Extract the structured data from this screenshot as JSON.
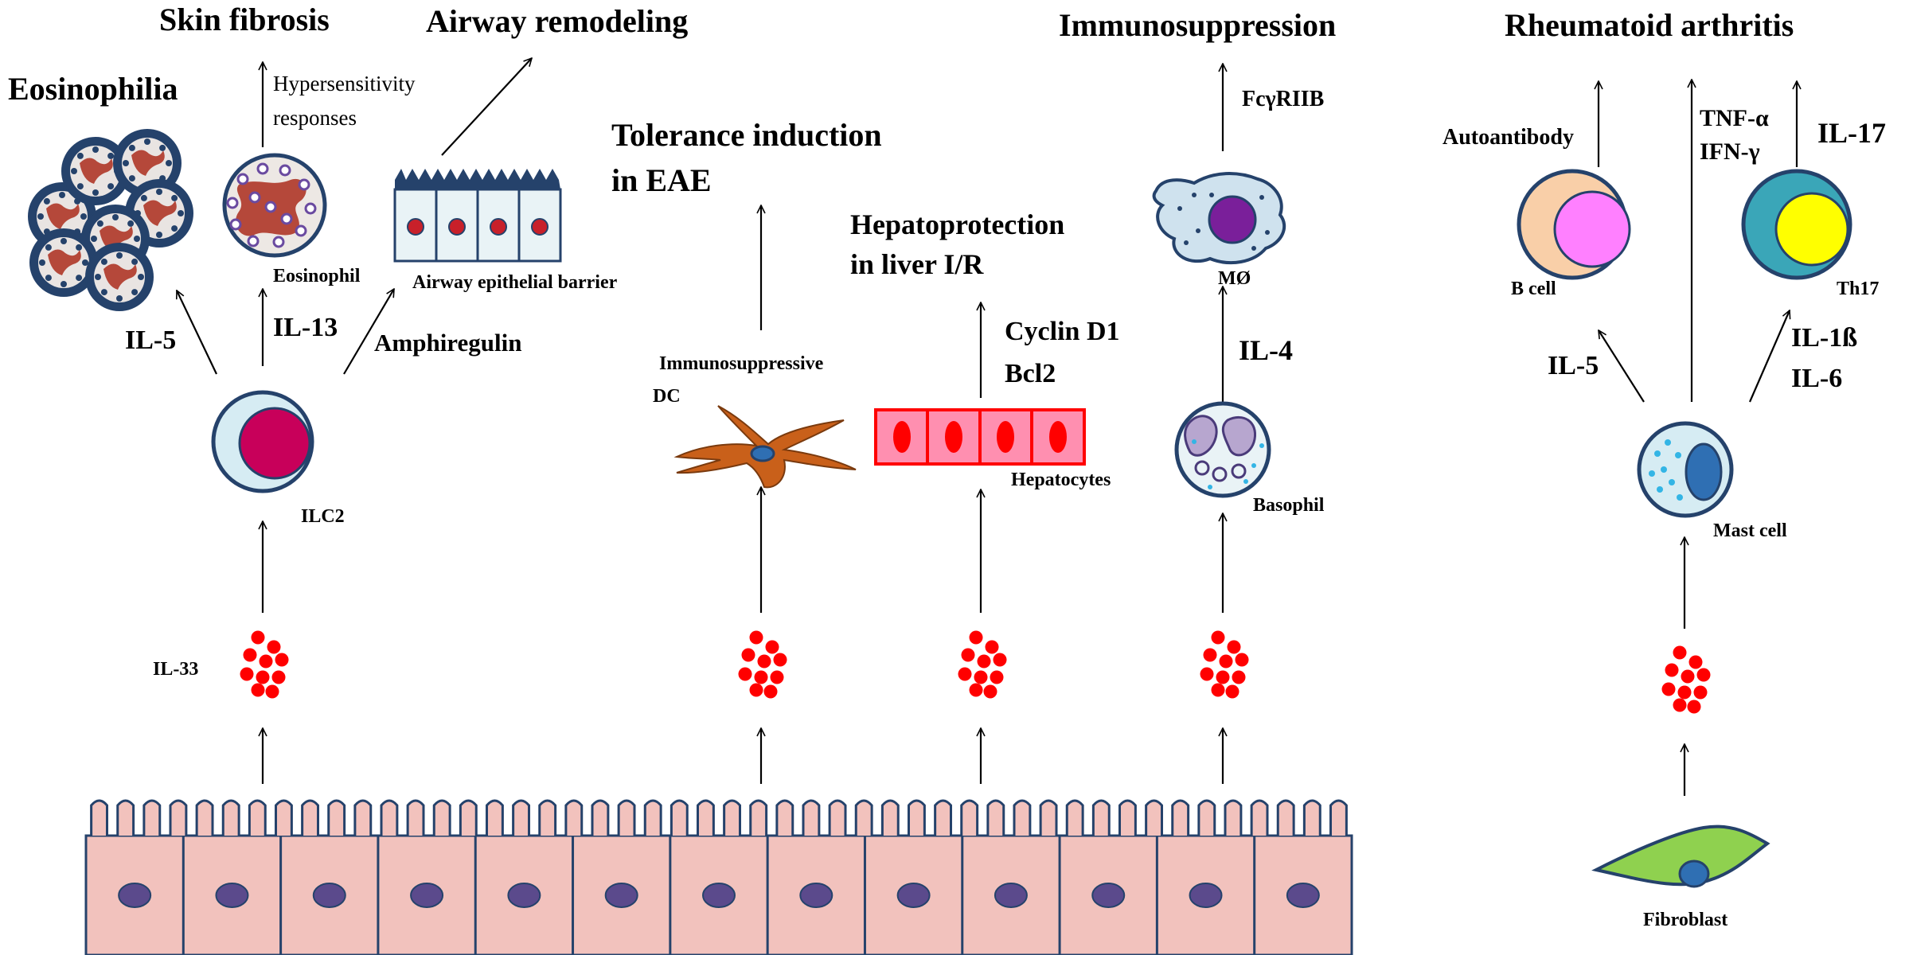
{
  "titles": {
    "skin_fibrosis": "Skin fibrosis",
    "airway_remodeling": "Airway remodeling",
    "eosinophilia": "Eosinophilia",
    "immunosuppression": "Immunosuppression",
    "rheumatoid_arthritis": "Rheumatoid arthritis",
    "tolerance_line1": "Tolerance induction",
    "tolerance_line2": "in EAE",
    "hepatoprotection_line1": "Hepatoprotection",
    "hepatoprotection_line2": "in liver I/R"
  },
  "labels": {
    "hypersensitivity_line1": "Hypersensitivity",
    "hypersensitivity_line2": "responses",
    "eosinophil": "Eosinophil",
    "airway_epithelial_barrier": "Airway epithelial barrier",
    "il5_left": "IL-5",
    "il13": "IL-13",
    "amphiregulin": "Amphiregulin",
    "ilc2": "ILC2",
    "il33": "IL-33",
    "dc_line1": "Immunosuppressive",
    "dc_line2": "DC",
    "cyclin_d1": "Cyclin D1",
    "bcl2": "Bcl2",
    "hepatocytes": "Hepatocytes",
    "fcgriib": "FcγRIIB",
    "macrophage": "MØ",
    "il4": "IL-4",
    "basophil": "Basophil",
    "autoantibody": "Autoantibody",
    "tnf_alpha": "TNF-α",
    "ifn_gamma": "IFN-γ",
    "il17": "IL-17",
    "b_cell": "B cell",
    "th17": "Th17",
    "il5_right": "IL-5",
    "il1b": "IL-1ß",
    "il6": "IL-6",
    "mast_cell": "Mast cell",
    "fibroblast": "Fibroblast"
  },
  "colors": {
    "epithelium_fill": "#f2c2bd",
    "epithelium_nucleus": "#5b4a8c",
    "outline_dark": "#25426b",
    "il33_dots": "#ff0000",
    "ilc2_nucleus": "#c8005a",
    "ilc2_cytoplasm": "#d6ecf3",
    "eosinophil_granules": "#b5483a",
    "hepatocyte_fill": "#ff8fb0",
    "hepatocyte_nucleus": "#ff0000",
    "dc_body": "#c9601a",
    "macrophage_nucleus": "#7a1f9a",
    "bcell_ring": "#f9cfa8",
    "bcell_nucleus": "#ff80ff",
    "th17_ring": "#3aa6b8",
    "th17_nucleus": "#ffff00",
    "mast_nucleus": "#2f6fb3",
    "fibroblast_body": "#8fd14f"
  }
}
